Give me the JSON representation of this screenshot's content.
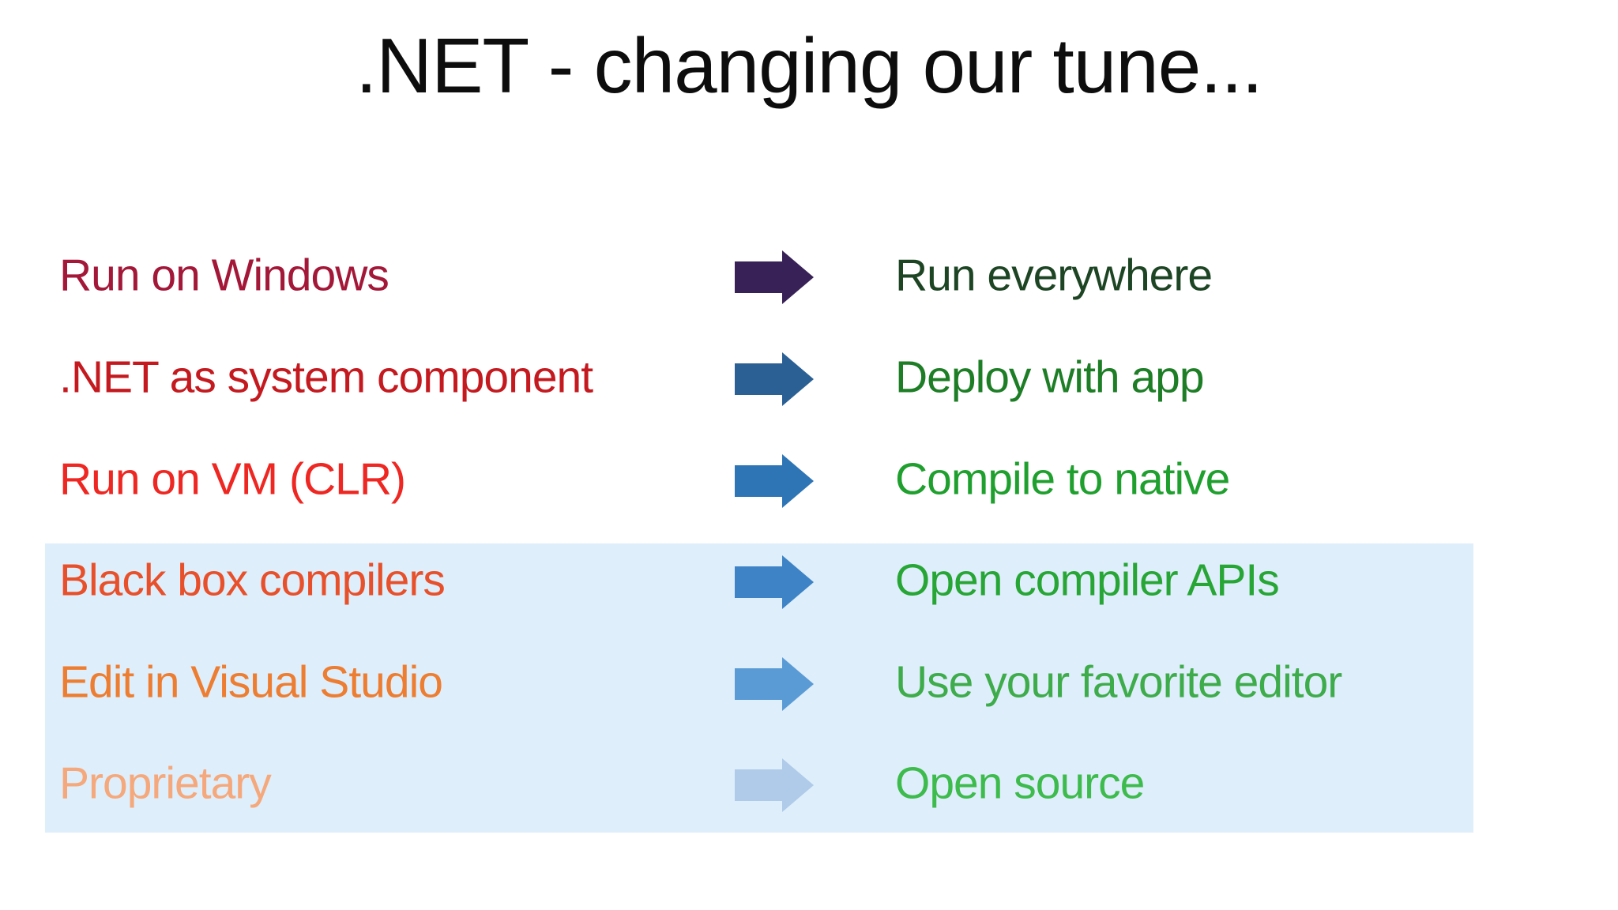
{
  "title": ".NET - changing our tune...",
  "title_color": "#0d0d0d",
  "background_color": "#ffffff",
  "highlight_color": "#deeefa",
  "rows": [
    {
      "old": "Run on Windows",
      "old_color": "#a31838",
      "arrow_color": "#382156",
      "new": "Run everywhere",
      "new_color": "#1d4524"
    },
    {
      "old": ".NET as system component",
      "old_color": "#c41a1f",
      "arrow_color": "#2b6094",
      "new": "Deploy with app",
      "new_color": "#1d7e26"
    },
    {
      "old": "Run on VM (CLR)",
      "old_color": "#ee2722",
      "arrow_color": "#2e75b6",
      "new": "Compile to native",
      "new_color": "#1fa02e"
    },
    {
      "old": "Black box compilers",
      "old_color": "#e8502b",
      "arrow_color": "#3d83c5",
      "new": "Open compiler APIs",
      "new_color": "#27a636"
    },
    {
      "old": "Edit in Visual Studio",
      "old_color": "#ed7d31",
      "arrow_color": "#5b9bd5",
      "new": "Use your favorite editor",
      "new_color": "#3eac4b"
    },
    {
      "old": "Proprietary",
      "old_color": "#f5a87b",
      "arrow_color": "#afcbe9",
      "new": "Open source",
      "new_color": "#3dbb4c"
    }
  ]
}
